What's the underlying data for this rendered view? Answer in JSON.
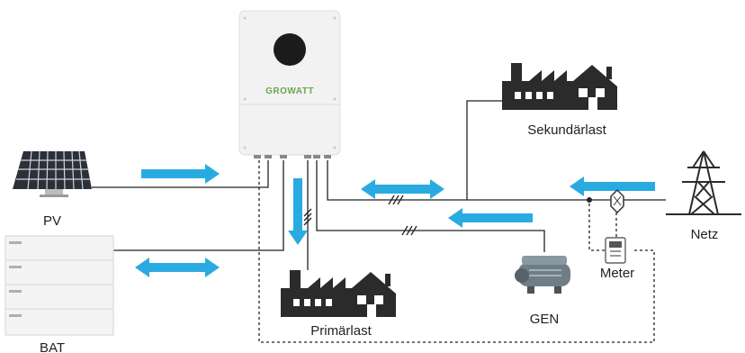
{
  "labels": {
    "pv": "PV",
    "bat": "BAT",
    "netz": "Netz",
    "meter": "Meter",
    "gen": "GEN",
    "primaerlast": "Primärlast",
    "sekundaerlast": "Sekundärlast"
  },
  "inverter": {
    "brand": "GROWATT"
  },
  "colors": {
    "arrow": "#29abe2",
    "line": "#222222",
    "load_icon": "#2b2b2b",
    "inverter_body": "#f2f2f2",
    "brand_accent": "#6aa84f"
  },
  "icons": [
    "solar-panel-icon",
    "battery-stack-icon",
    "inverter-icon",
    "factory-icon",
    "transmission-tower-icon",
    "meter-icon",
    "ct-sensor-icon",
    "generator-icon"
  ]
}
